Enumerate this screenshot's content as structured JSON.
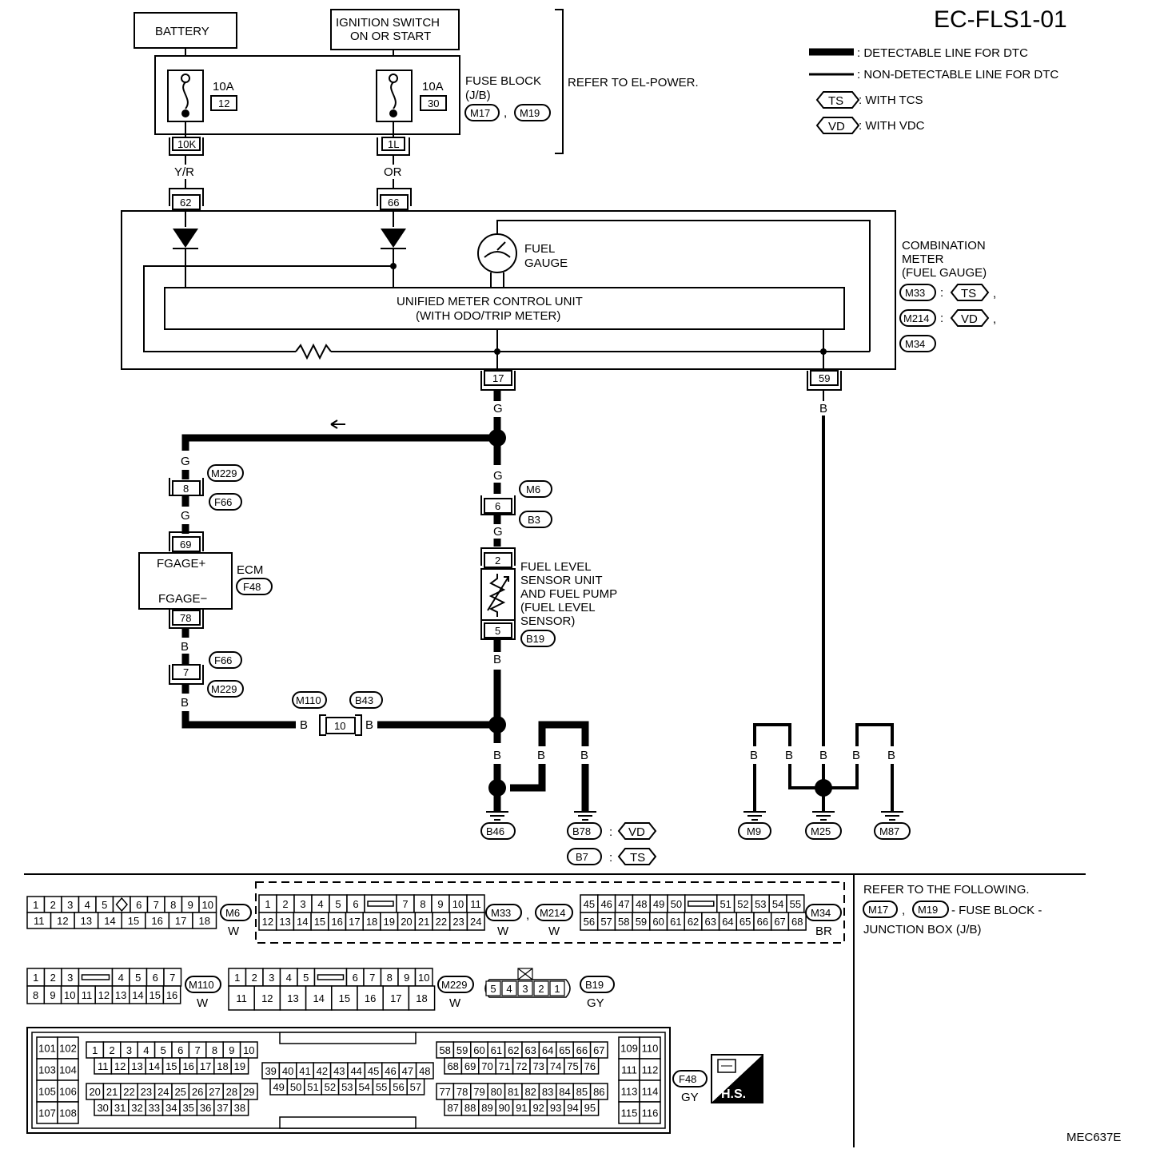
{
  "diagram_id": "EC-FLS1-01",
  "figure_code": "MEC637E",
  "legend": {
    "detectable": ": DETECTABLE LINE FOR DTC",
    "non_detectable": ": NON-DETECTABLE LINE FOR DTC",
    "with_tcs": ": WITH TCS",
    "with_vdc": ": WITH VDC",
    "tcs_tag": "TS",
    "vdc_tag": "VD"
  },
  "battery": "BATTERY",
  "ignition": {
    "line1": "IGNITION SWITCH",
    "line2": "ON OR START"
  },
  "fuse_block": {
    "line1": "FUSE BLOCK",
    "line2": "(J/B)",
    "conn1": "M17",
    "conn2": "M19",
    "sep": ",",
    "refer": "REFER TO EL-POWER.",
    "fuse1_amp": "10A",
    "fuse1_num": "12",
    "fuse1_term": "10K",
    "fuse2_amp": "10A",
    "fuse2_num": "30",
    "fuse2_term": "1L"
  },
  "wires": {
    "yr": "Y/R",
    "or": "OR",
    "g": "G",
    "b": "B"
  },
  "combination_meter": {
    "t62": "62",
    "t66": "66",
    "t17": "17",
    "t59": "59",
    "fuel_gauge_1": "FUEL",
    "fuel_gauge_2": "GAUGE",
    "unified_1": "UNIFIED METER CONTROL UNIT",
    "unified_2": "(WITH ODO/TRIP METER)",
    "label_1": "COMBINATION",
    "label_2": "METER",
    "label_3": "(FUEL GAUGE)",
    "conn_m33": "M33",
    "conn_m214": "M214",
    "conn_m34": "M34",
    "colon": ":",
    "comma": ","
  },
  "ecm": {
    "label": "ECM",
    "conn": "F48",
    "pin_plus": "FGAGE+",
    "pin_minus": "FGAGE−",
    "t69": "69",
    "t78": "78"
  },
  "joints": {
    "j8": "8",
    "m229": "M229",
    "f66": "F66",
    "j7": "7",
    "j6": "6",
    "m6": "M6",
    "b3": "B3",
    "j10": "10",
    "m110": "M110",
    "b43": "B43"
  },
  "sensor": {
    "t2": "2",
    "t5": "5",
    "conn": "B19",
    "l1": "FUEL LEVEL",
    "l2": "SENSOR UNIT",
    "l3": "AND FUEL PUMP",
    "l4": "(FUEL LEVEL",
    "l5": "SENSOR)"
  },
  "grounds": {
    "b46": "B46",
    "b78": "B78",
    "b7": "B7",
    "m9": "M9",
    "m25": "M25",
    "m87": "M87"
  },
  "refer_section": {
    "line1": "REFER TO THE FOLLOWING.",
    "conn1": "M17",
    "sep": ",",
    "conn2": "M19",
    "line2": "- FUSE BLOCK -",
    "line3": "JUNCTION BOX (J/B)"
  },
  "connectors": {
    "m6": {
      "id": "M6",
      "color": "W",
      "top": [
        "1",
        "2",
        "3",
        "4",
        "5",
        "",
        "6",
        "7",
        "8",
        "9",
        "10"
      ],
      "bottom": [
        "11",
        "12",
        "13",
        "14",
        "15",
        "16",
        "17",
        "18"
      ]
    },
    "m33": {
      "id": "M33",
      "id2": "M214",
      "color": "W",
      "color2": "W",
      "sep": ",",
      "top": [
        "1",
        "2",
        "3",
        "4",
        "5",
        "6",
        "7",
        "8",
        "9",
        "10",
        "11"
      ],
      "bottom": [
        "12",
        "13",
        "14",
        "15",
        "16",
        "17",
        "18",
        "19",
        "20",
        "21",
        "22",
        "23",
        "24"
      ]
    },
    "m34": {
      "id": "M34",
      "color": "BR",
      "top": [
        "45",
        "46",
        "47",
        "48",
        "49",
        "50",
        "51",
        "52",
        "53",
        "54",
        "55"
      ],
      "bottom": [
        "56",
        "57",
        "58",
        "59",
        "60",
        "61",
        "62",
        "63",
        "64",
        "65",
        "66",
        "67",
        "68"
      ]
    },
    "m110": {
      "id": "M110",
      "color": "W",
      "top": [
        "1",
        "2",
        "3",
        "4",
        "5",
        "6",
        "7"
      ],
      "bottom": [
        "8",
        "9",
        "10",
        "11",
        "12",
        "13",
        "14",
        "15",
        "16"
      ]
    },
    "m229": {
      "id": "M229",
      "color": "W",
      "top": [
        "1",
        "2",
        "3",
        "4",
        "5",
        "6",
        "7",
        "8",
        "9",
        "10"
      ],
      "bottom": [
        "11",
        "12",
        "13",
        "14",
        "15",
        "16",
        "17",
        "18"
      ]
    },
    "b19": {
      "id": "B19",
      "color": "GY",
      "pins": [
        "5",
        "4",
        "3",
        "2",
        "1"
      ]
    },
    "f48": {
      "id": "F48",
      "color": "GY",
      "hs": "H.S.",
      "g1": [
        "101",
        "102",
        "103",
        "104",
        "105",
        "106",
        "107",
        "108"
      ],
      "r1": [
        "1",
        "2",
        "3",
        "4",
        "5",
        "6",
        "7",
        "8",
        "9",
        "10"
      ],
      "r2": [
        "11",
        "12",
        "13",
        "14",
        "15",
        "16",
        "17",
        "18",
        "19"
      ],
      "r3": [
        "20",
        "21",
        "22",
        "23",
        "24",
        "25",
        "26",
        "27",
        "28",
        "29"
      ],
      "r4": [
        "30",
        "31",
        "32",
        "33",
        "34",
        "35",
        "36",
        "37",
        "38"
      ],
      "r5": [
        "39",
        "40",
        "41",
        "42",
        "43",
        "44",
        "45",
        "46",
        "47",
        "48"
      ],
      "r6": [
        "49",
        "50",
        "51",
        "52",
        "53",
        "54",
        "55",
        "56",
        "57"
      ],
      "r7": [
        "58",
        "59",
        "60",
        "61",
        "62",
        "63",
        "64",
        "65",
        "66",
        "67"
      ],
      "r8": [
        "68",
        "69",
        "70",
        "71",
        "72",
        "73",
        "74",
        "75",
        "76"
      ],
      "r9": [
        "77",
        "78",
        "79",
        "80",
        "81",
        "82",
        "83",
        "84",
        "85",
        "86"
      ],
      "r10": [
        "87",
        "88",
        "89",
        "90",
        "91",
        "92",
        "93",
        "94",
        "95"
      ],
      "g2": [
        "109",
        "110",
        "111",
        "112",
        "113",
        "114",
        "115",
        "116"
      ]
    }
  }
}
